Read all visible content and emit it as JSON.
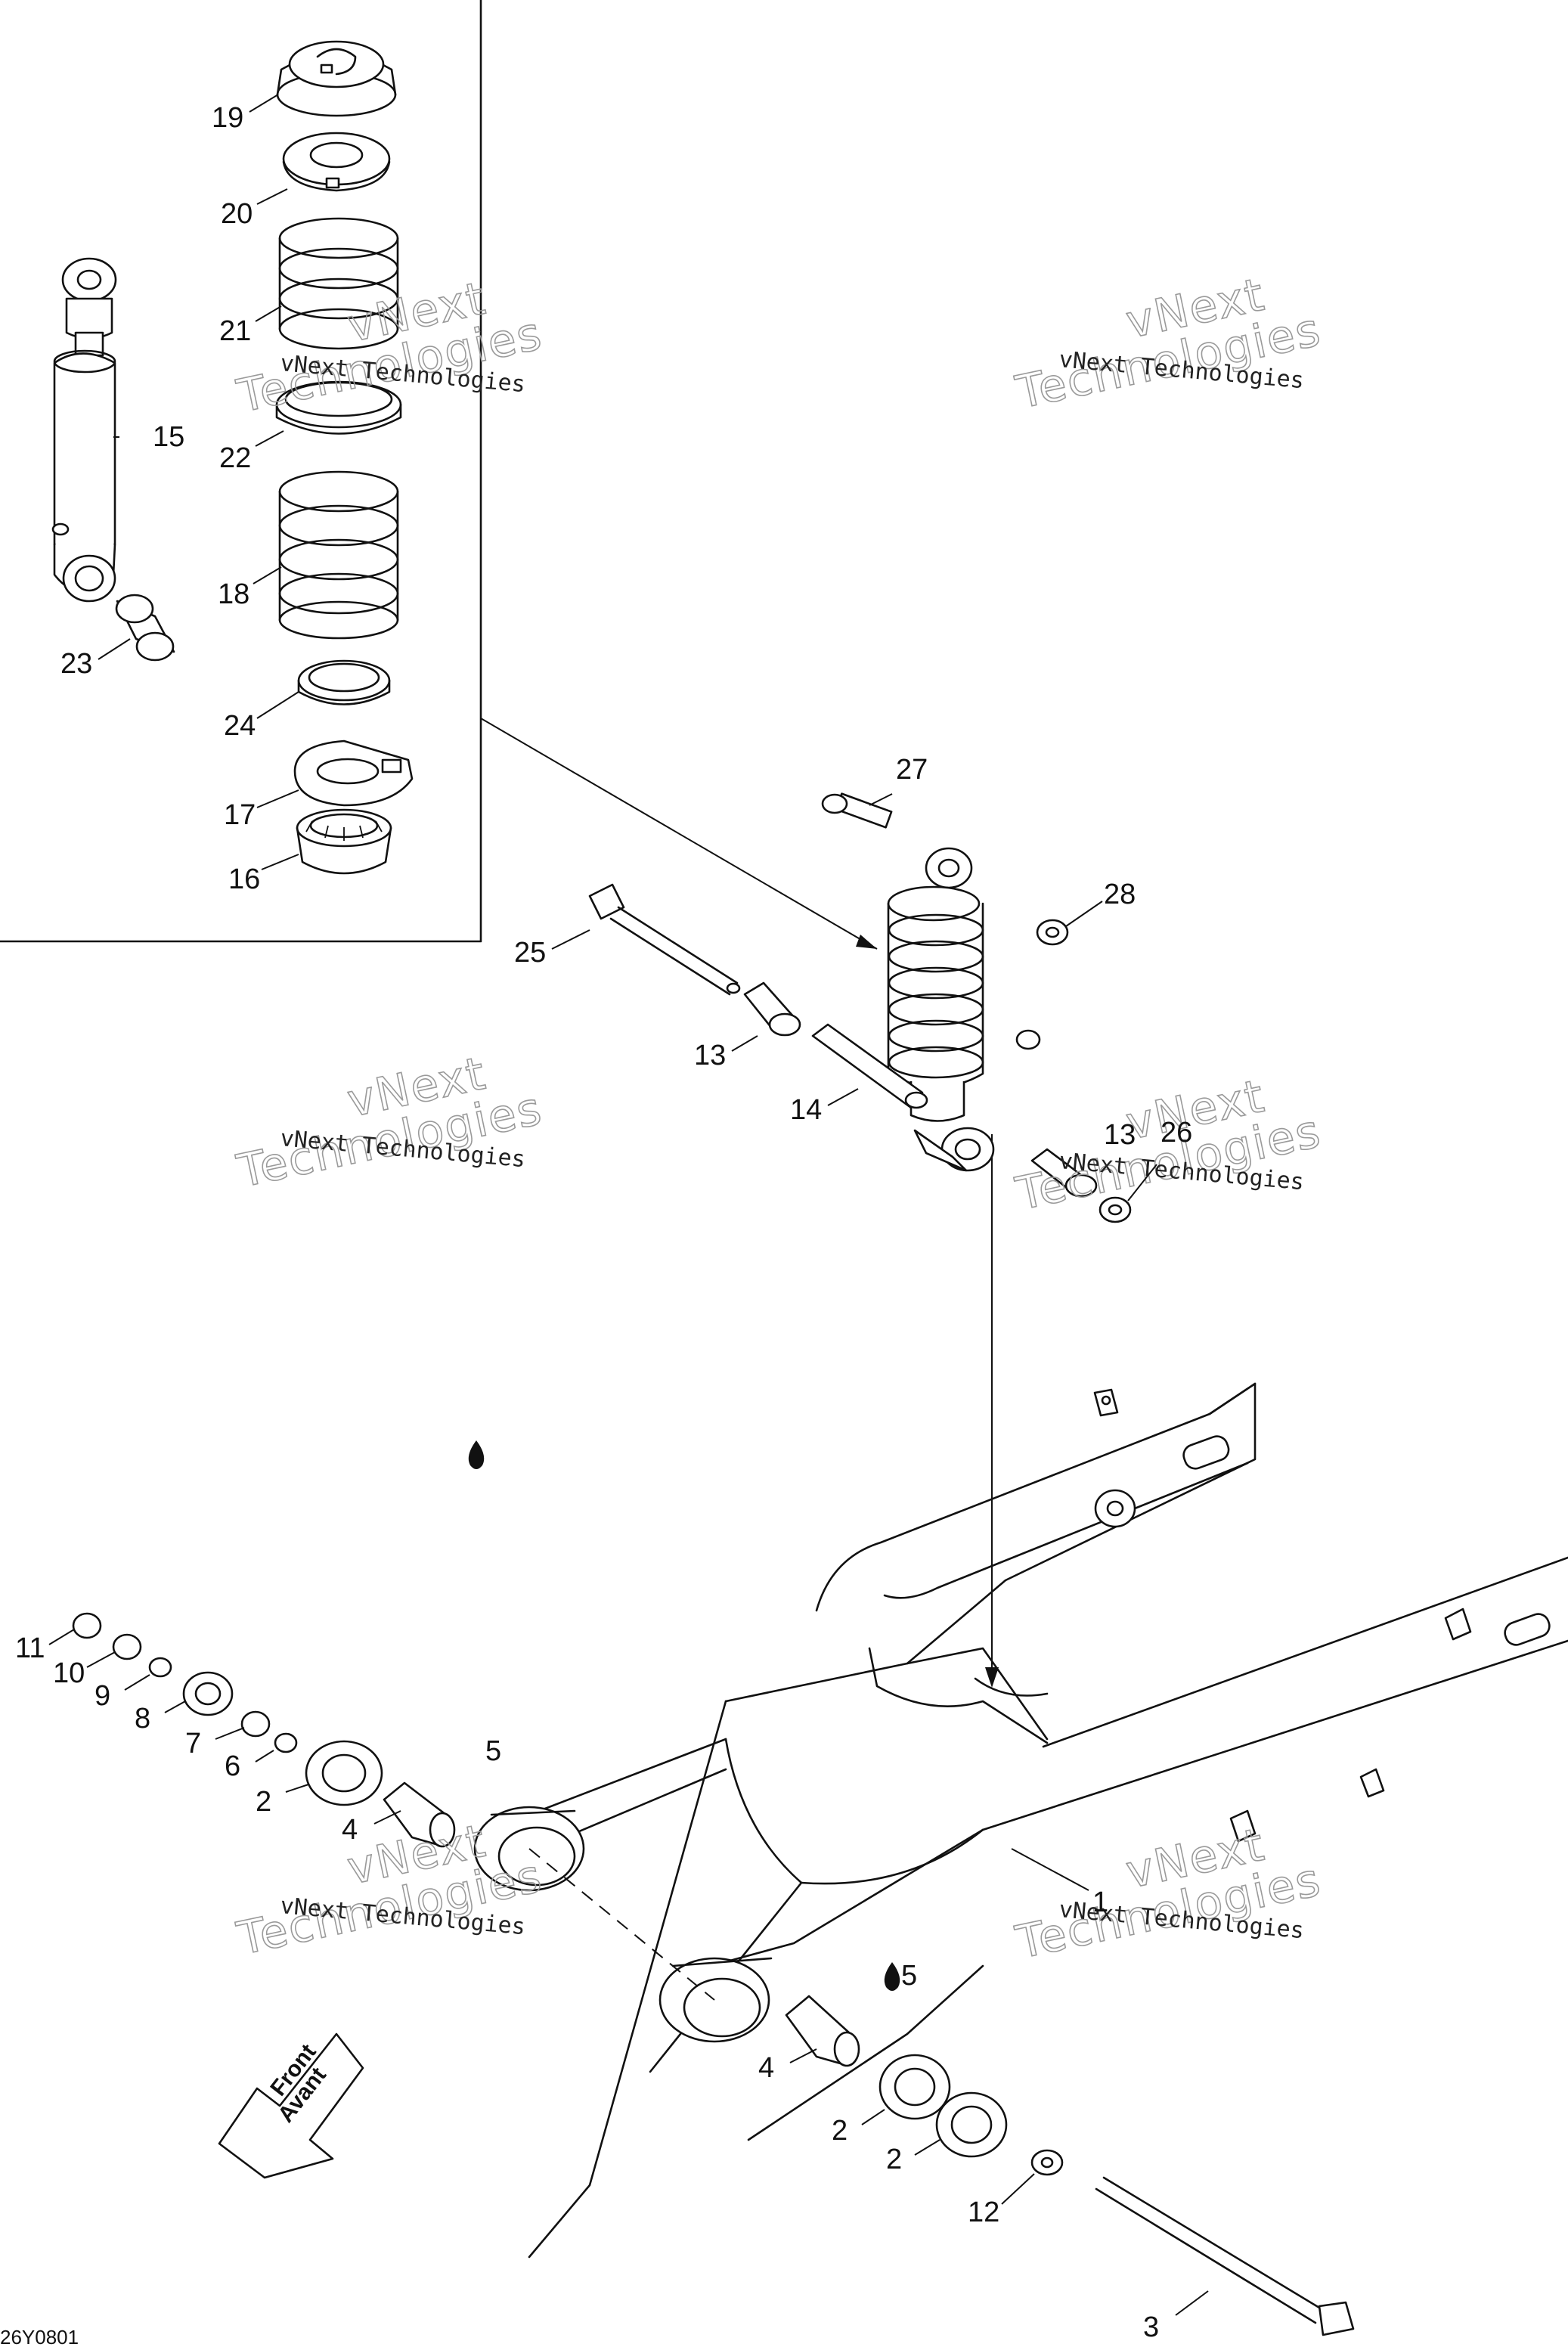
{
  "labels": [
    "19",
    "20",
    "21",
    "22",
    "15",
    "18",
    "23",
    "24",
    "17",
    "16",
    "27",
    "28",
    "25",
    "13",
    "14",
    "13",
    "26",
    "11",
    "10",
    "9",
    "8",
    "7",
    "6",
    "2",
    "4",
    "5",
    "5",
    "1",
    "4",
    "2",
    "2",
    "12",
    "3"
  ],
  "watermark": {
    "line1": "vNext Technologies",
    "line2a": "vNext",
    "line2b": "Technologies"
  },
  "arrow_badge": {
    "front": "Front",
    "avant": "Avant"
  },
  "figure_code": "26Y0801"
}
